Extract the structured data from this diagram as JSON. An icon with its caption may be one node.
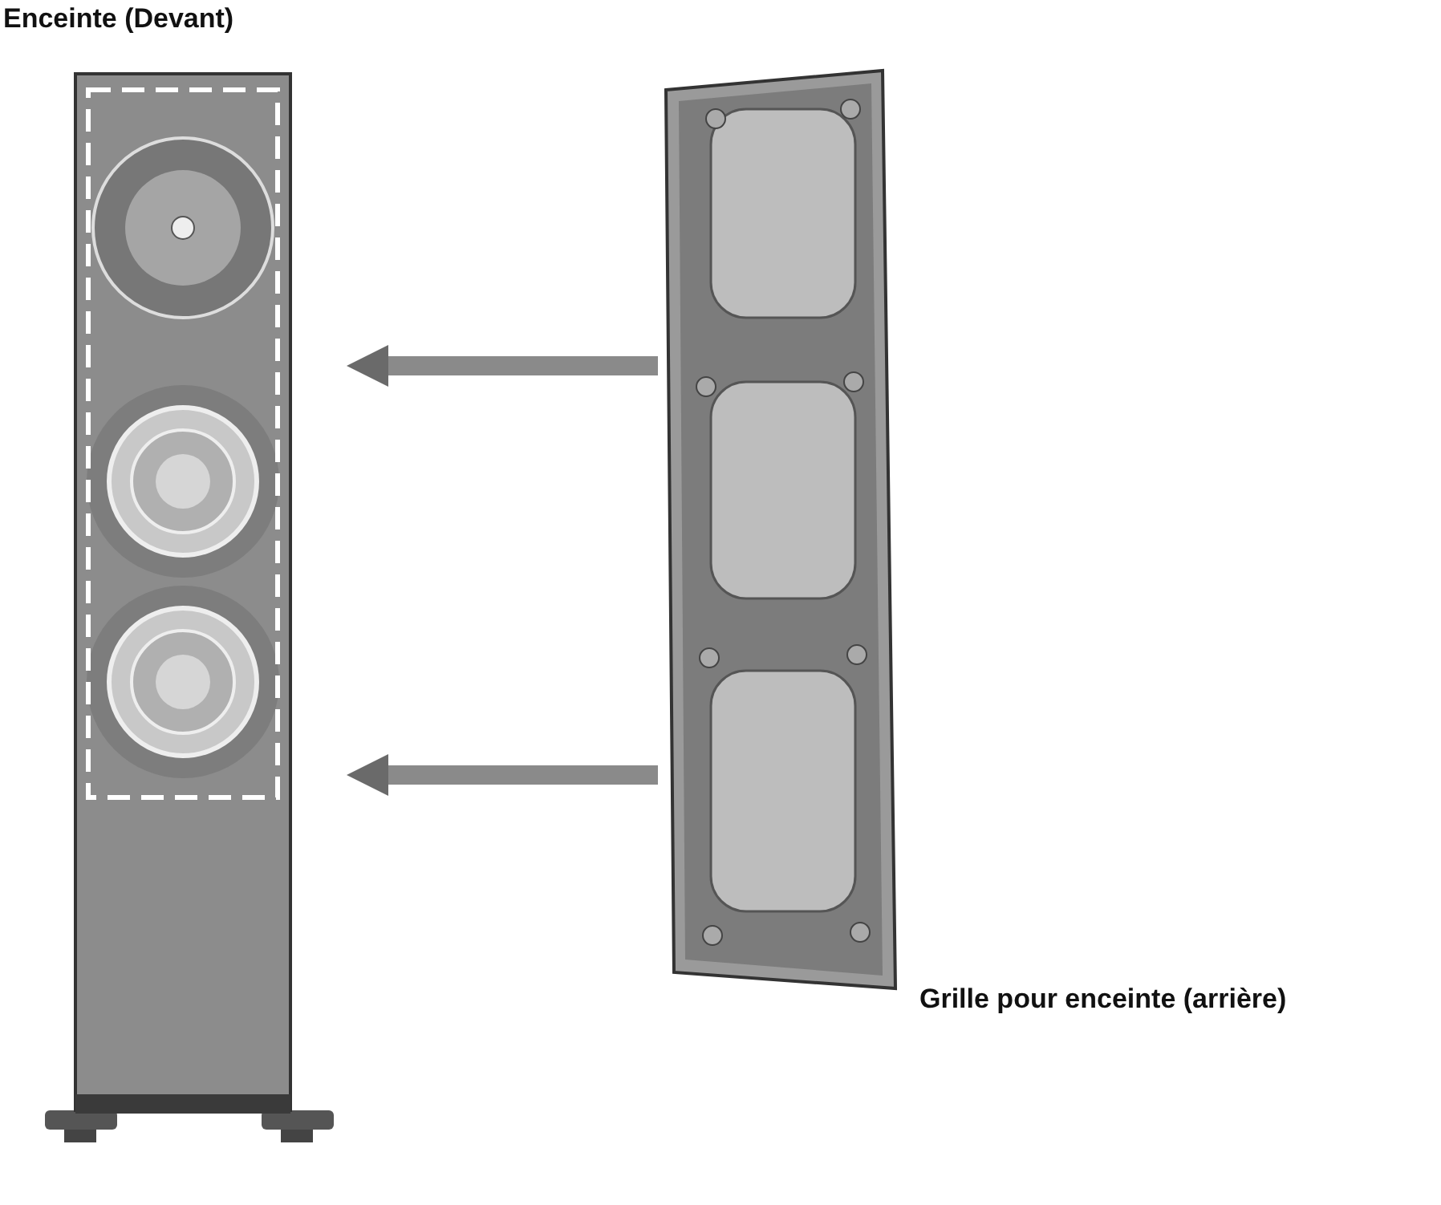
{
  "diagram": {
    "nodes": [
      {
        "text": [
          "Enceinte (Devant)"
        ]
      },
      {
        "text": [
          "Grille pour enceinte (arrière)"
        ]
      }
    ],
    "edges": [
      {
        "from": 1,
        "to": 0,
        "arrow": "to"
      },
      {
        "from": 1,
        "to": 0,
        "arrow": "to"
      }
    ]
  }
}
